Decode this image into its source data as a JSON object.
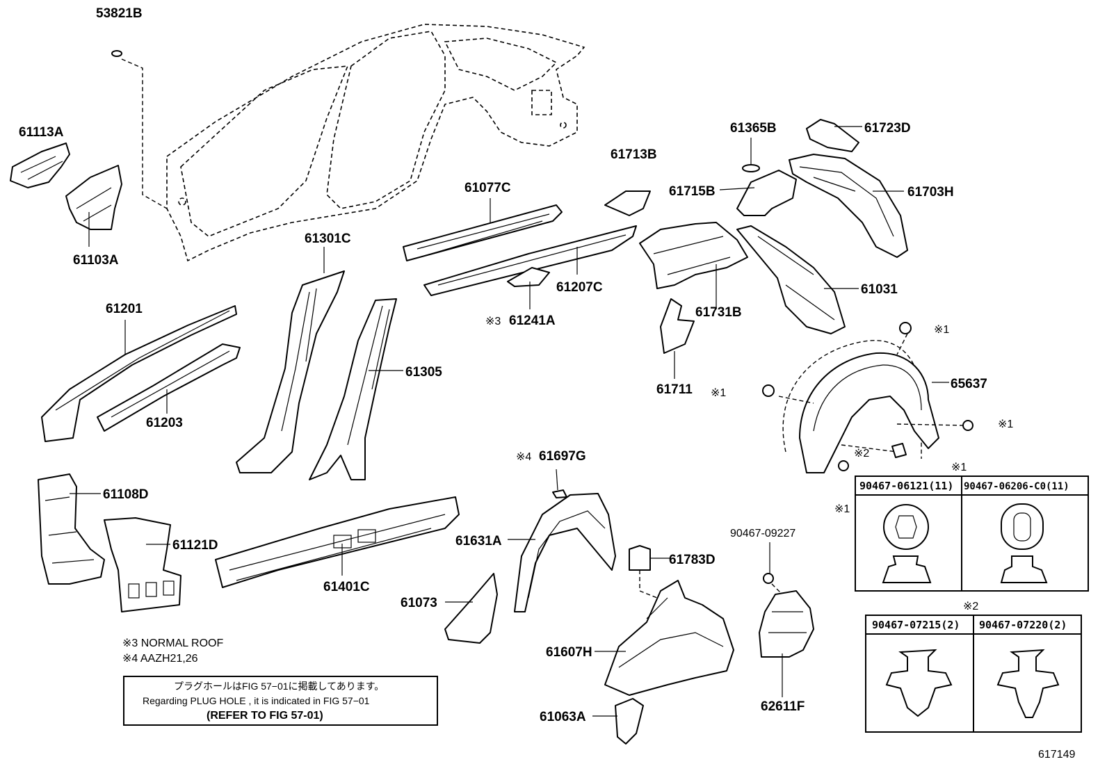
{
  "labels": {
    "p53821B": "53821B",
    "p61113A": "61113A",
    "p61103A": "61103A",
    "p61077C": "61077C",
    "p61713B": "61713B",
    "p61365B": "61365B",
    "p61723D": "61723D",
    "p61715B": "61715B",
    "p61703H": "61703H",
    "p61301C": "61301C",
    "p61207C": "61207C",
    "p61241A": "61241A",
    "p61731B": "61731B",
    "p61031": "61031",
    "p61201": "61201",
    "p61203": "61203",
    "p61305": "61305",
    "p61711": "61711",
    "p65637": "65637",
    "p61697G": "61697G",
    "p61108D": "61108D",
    "p61121D": "61121D",
    "p61631A": "61631A",
    "p61401C": "61401C",
    "p61783D": "61783D",
    "p90467_09227": "90467-09227",
    "p61073": "61073",
    "p61607H": "61607H",
    "p62611F": "62611F",
    "p61063A": "61063A"
  },
  "marks": {
    "m1": "※1",
    "m2": "※2",
    "m3": "※3",
    "m4": "※4"
  },
  "notes": {
    "normal_roof": "※3 NORMAL ROOF",
    "aazh": "※4 AAZH21,26",
    "plug_jp": "プラグホールはFIG 57−01に掲載してあります。",
    "plug_en": "Regarding  PLUG  HOLE , it is indicated in FIG  57−01",
    "refer": "(REFER TO FIG 57-01)"
  },
  "clip_tables": {
    "table1_mark": "※1",
    "table1_cols": [
      "90467-06121(11)",
      "90467-06206-C0(11)"
    ],
    "table2_mark": "※2",
    "table2_cols": [
      "90467-07215(2)",
      "90467-07220(2)"
    ]
  },
  "figure_id": "617149"
}
